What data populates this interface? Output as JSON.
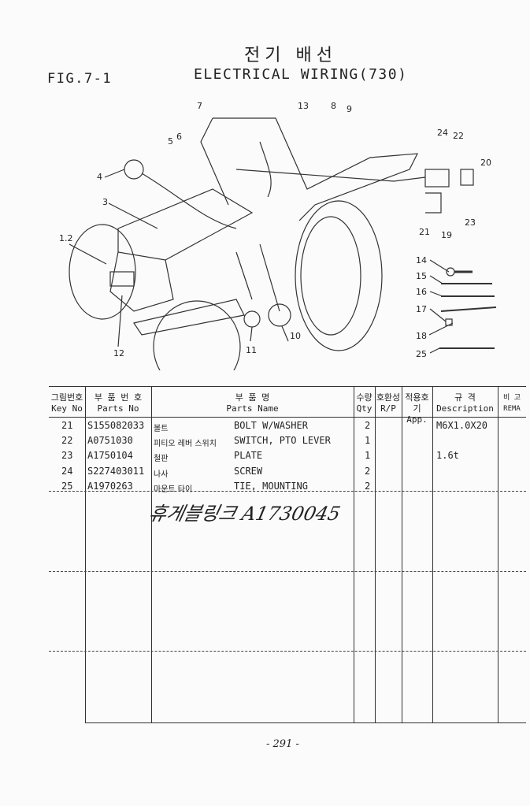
{
  "header": {
    "title_korean": "전기 배선",
    "title_english": "ELECTRICAL WIRING(730)",
    "figure": "FIG.7-1"
  },
  "diagram": {
    "callouts": [
      "1.2",
      "3",
      "4",
      "5",
      "6",
      "7",
      "8",
      "9",
      "10",
      "11",
      "12",
      "13",
      "14",
      "15",
      "16",
      "17",
      "18",
      "19",
      "20",
      "21",
      "22",
      "23",
      "24",
      "25"
    ]
  },
  "table": {
    "headers": [
      {
        "ko": "그림번호",
        "en": "Key No"
      },
      {
        "ko": "부 품 번 호",
        "en": "Parts No"
      },
      {
        "ko": "부 품 명",
        "en": "Parts Name"
      },
      {
        "ko": "수량",
        "en": "Qty"
      },
      {
        "ko": "호환성",
        "en": "R/P"
      },
      {
        "ko": "적용호기",
        "en": "App."
      },
      {
        "ko": "규 격",
        "en": "Description"
      },
      {
        "ko": "비 고",
        "en": "REMA"
      }
    ],
    "rows": [
      {
        "key": "21",
        "part_no": "S155082033",
        "name_ko": "볼트",
        "name_en": "BOLT W/WASHER",
        "qty": "2",
        "desc": "M6X1.0X20"
      },
      {
        "key": "22",
        "part_no": "A0751030",
        "name_ko": "피티오 레버 스위치",
        "name_en": "SWITCH, PTO LEVER",
        "qty": "1",
        "desc": ""
      },
      {
        "key": "23",
        "part_no": "A1750104",
        "name_ko": "철판",
        "name_en": "PLATE",
        "qty": "1",
        "desc": "1.6t"
      },
      {
        "key": "24",
        "part_no": "S227403011",
        "name_ko": "나사",
        "name_en": "SCREW",
        "qty": "2",
        "desc": ""
      },
      {
        "key": "25",
        "part_no": "A1970263",
        "name_ko": "마운트 타이",
        "name_en": "TIE, MOUNTING",
        "qty": "2",
        "desc": ""
      }
    ]
  },
  "handwritten_note": "휴게블링크 A1730045",
  "footer": {
    "page_number": "- 291 -"
  }
}
